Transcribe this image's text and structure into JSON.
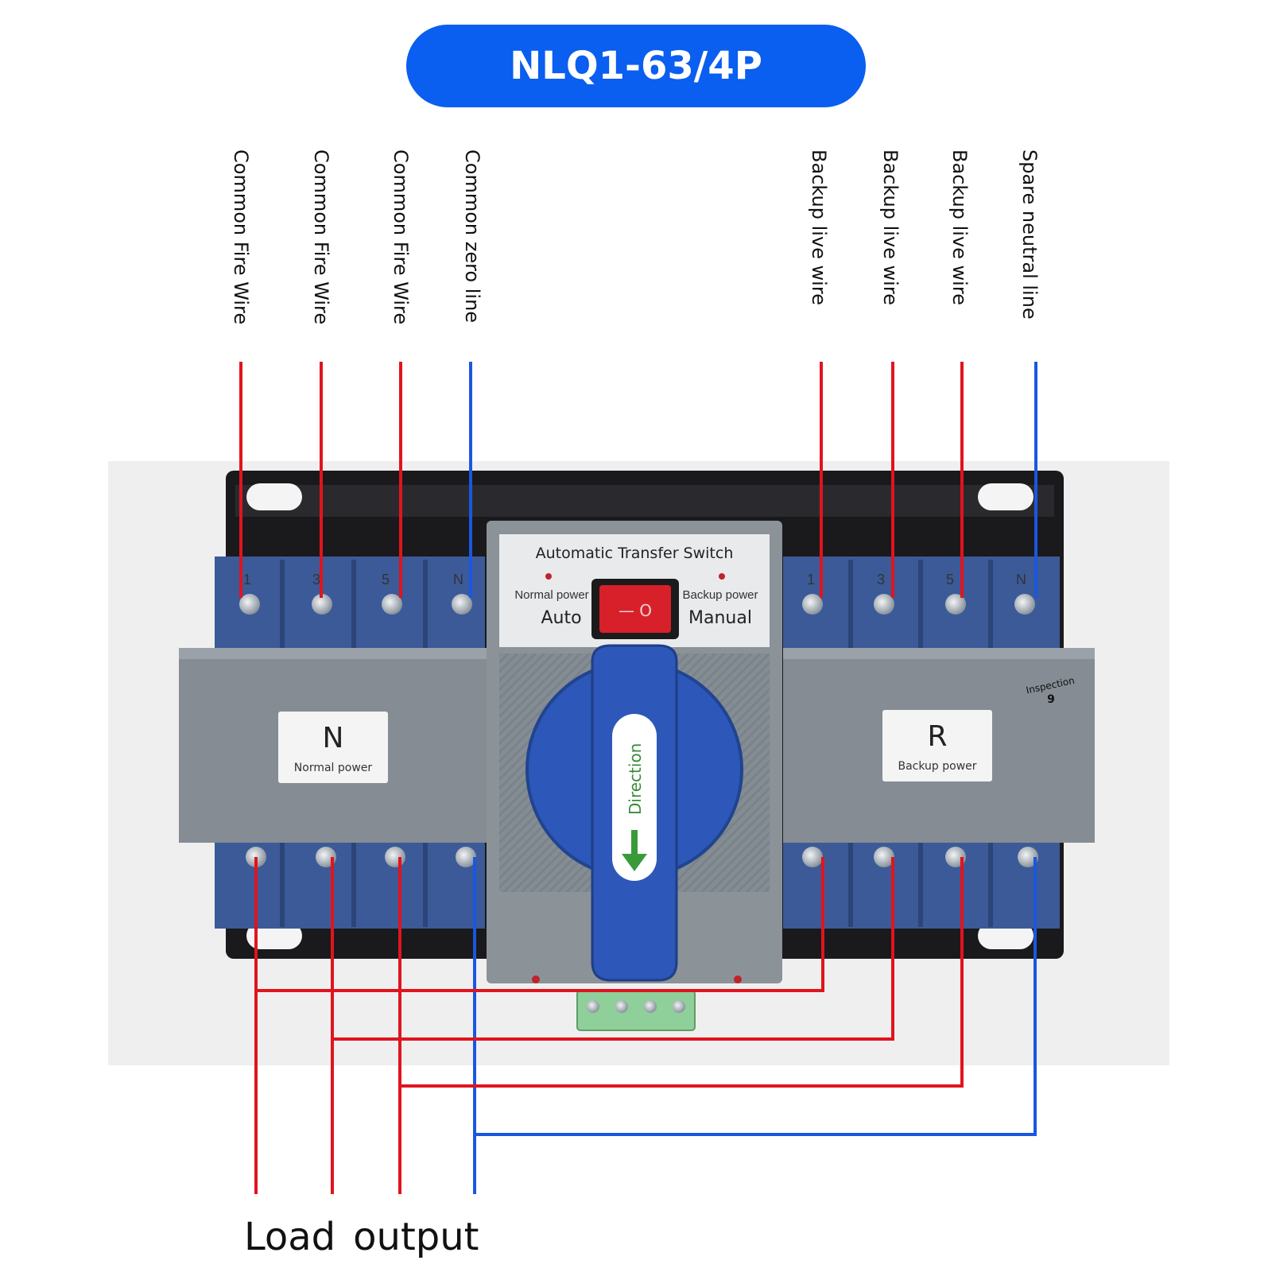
{
  "title": "NLQ1-63/4P",
  "top_labels": [
    "Common Fire Wire",
    "Common Fire Wire",
    "Common Fire Wire",
    "Common zero line",
    "Backup live wire",
    "Backup live wire",
    "Backup live wire",
    "Spare neutral line"
  ],
  "device": {
    "name": "Automatic Transfer Switch",
    "left_indicator": "Normal power",
    "right_indicator": "Backup power",
    "mode_left": "Auto",
    "mode_right": "Manual",
    "rocker_symbols": "— O",
    "handle_text": "Direction",
    "left_label": {
      "letter": "N",
      "sub": "Normal power"
    },
    "right_label": {
      "letter": "R",
      "sub": "Backup power"
    },
    "inspection_text": "Inspection",
    "inspection_number": "9",
    "terminal_numbers_top": [
      "1",
      "3",
      "5",
      "N",
      "1",
      "3",
      "5",
      "N"
    ]
  },
  "footer": {
    "word1": "Load",
    "word2": "output"
  },
  "colors": {
    "fire_wire": "#e0141e",
    "neutral_wire": "#1a57e0",
    "badge": "#0a5ef0"
  }
}
